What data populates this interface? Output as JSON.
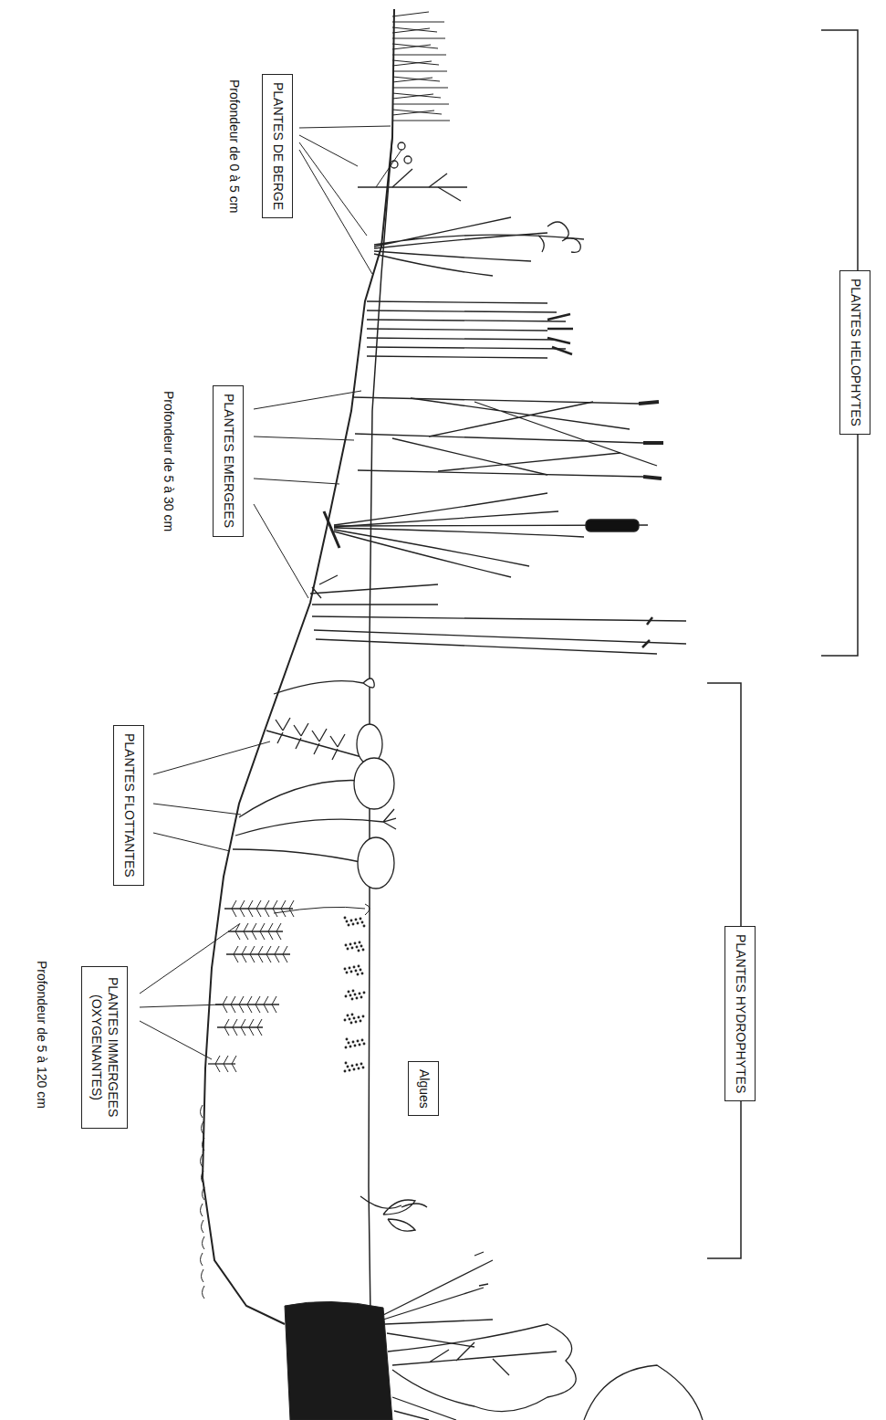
{
  "diagram": {
    "nodes": [
      {
        "text": [
          "PLANTES HELOPHYTES"
        ]
      },
      {
        "text": [
          "PLANTES DE BERGE"
        ]
      },
      {
        "text": [
          "PLANTES EMERGEES"
        ]
      },
      {
        "text": [
          "PLANTES HYDROPHYTES"
        ]
      },
      {
        "text": [
          "PLANTES FLOTTANTES"
        ]
      },
      {
        "text": [
          "PLANTES IMMERGEES (OXYGENANTES)"
        ]
      },
      {
        "text": [
          "Algues"
        ]
      }
    ],
    "labels": [
      "Profondeur de 0 à 5 cm",
      "Profondeur de 5 à 30 cm",
      "Profondeur de 5 à 120 cm"
    ]
  }
}
